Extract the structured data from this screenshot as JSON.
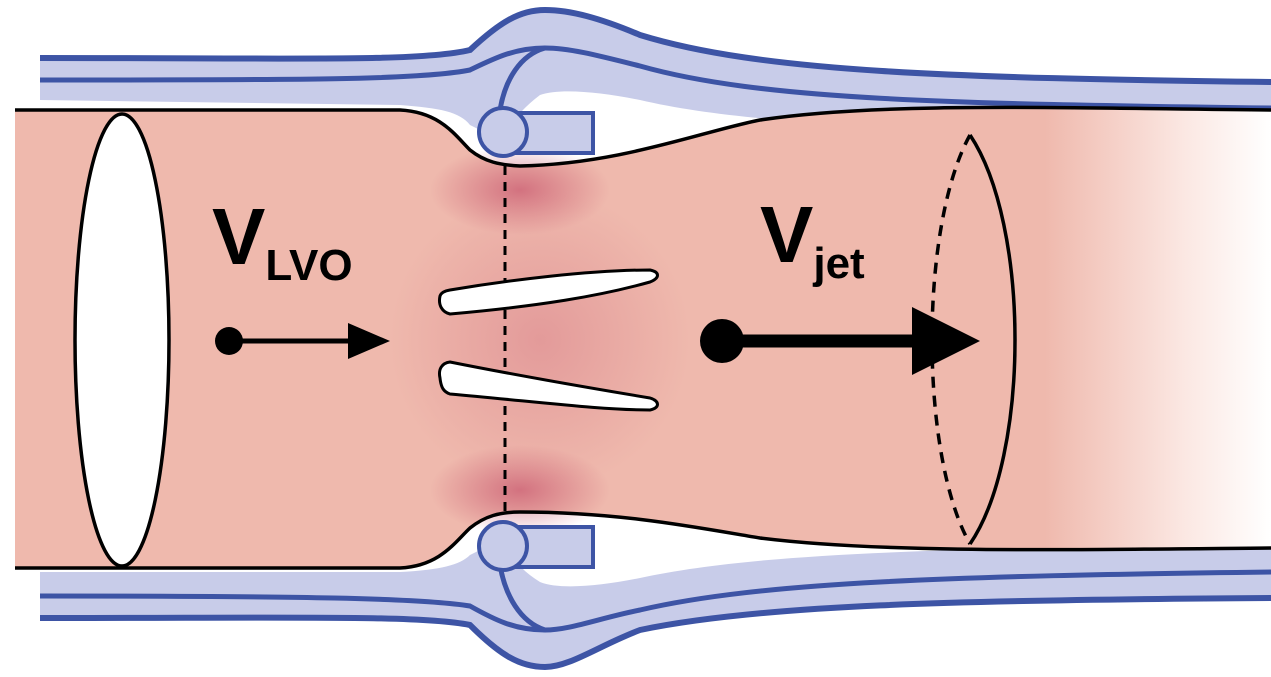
{
  "labels": {
    "left_velocity": {
      "main": "V",
      "sub": "LVO"
    },
    "right_velocity": {
      "main": "V",
      "sub": "jet"
    }
  },
  "colors": {
    "blood": "#efb9ad",
    "blood_dark": "#d98d93",
    "wall": "#c8cce9",
    "wall_stroke": "#3d54a5",
    "outline": "#000000",
    "leaflet": "#ffffff"
  },
  "icons": {
    "left_arrow": "arrow-right-icon",
    "right_arrow": "arrow-right-icon"
  }
}
